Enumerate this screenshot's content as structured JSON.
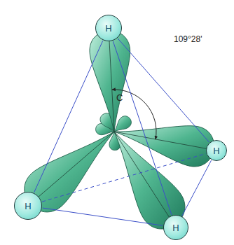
{
  "diagram": {
    "nodes": [
      {
        "text": [
          "H"
        ]
      },
      {
        "text": [
          "H"
        ]
      },
      {
        "text": [
          "H"
        ]
      },
      {
        "text": [
          "H"
        ]
      }
    ],
    "edges": [
      {
        "from": 0,
        "to": 1,
        "arrow": "none"
      },
      {
        "from": 0,
        "to": 2,
        "arrow": "none"
      },
      {
        "from": 0,
        "to": 3,
        "arrow": "none"
      },
      {
        "from": 3,
        "to": 2,
        "arrow": "none"
      },
      {
        "from": 2,
        "to": 1,
        "arrow": "none"
      },
      {
        "from": 3,
        "to": 1,
        "arrow": "none"
      }
    ],
    "labels": [
      "C",
      "109°28'"
    ]
  }
}
